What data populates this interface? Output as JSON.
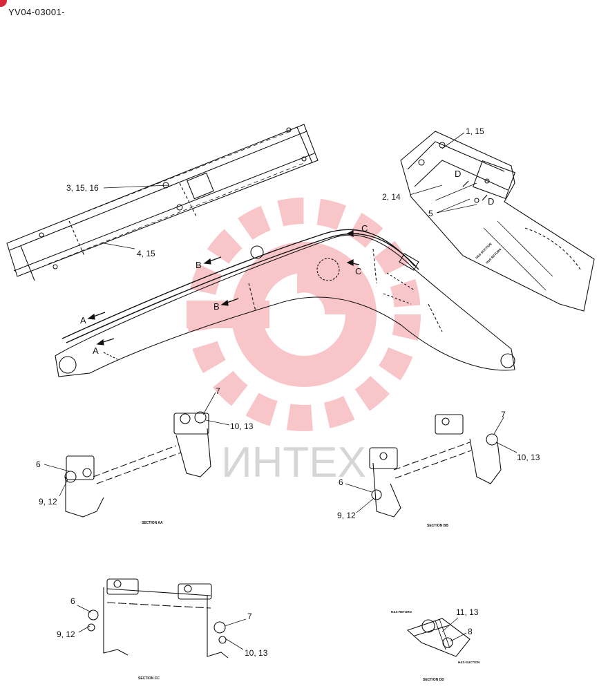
{
  "document": {
    "code": "YV04-03001-"
  },
  "watermark": {
    "text": "ИНТЕХ",
    "color": "#e8323c"
  },
  "callouts": {
    "arm_top": "3, 15, 16",
    "arm_bottom": "4, 15",
    "bracket_1": "1, 15",
    "bracket_2": "2, 14",
    "bracket_5": "5",
    "aa_7": "7",
    "aa_10_13": "10, 13",
    "aa_6": "6",
    "aa_9_12": "9, 12",
    "bb_7": "7",
    "bb_10_13": "10, 13",
    "bb_6": "6",
    "bb_9_12": "9, 12",
    "cc_6": "6",
    "cc_9_12": "9, 12",
    "cc_7": "7",
    "cc_10_13": "10, 13",
    "dd_11_13": "11, 13",
    "dd_8": "8"
  },
  "section_markers": {
    "a1": "A",
    "a2": "A",
    "b1": "B",
    "b2": "B",
    "c1": "C",
    "c2": "C",
    "d1": "D",
    "d2": "D"
  },
  "section_titles": {
    "aa": "SECTION AA",
    "bb": "SECTION BB",
    "cc": "SECTION CC",
    "dd": "SECTION DD"
  },
  "line_tags": {
    "hs_return": "H&S RETURN",
    "hs_suction": "H&S SUCTION",
    "dd_return": "H&S-RETURN",
    "dd_suction": "H&S-SUCTION"
  }
}
